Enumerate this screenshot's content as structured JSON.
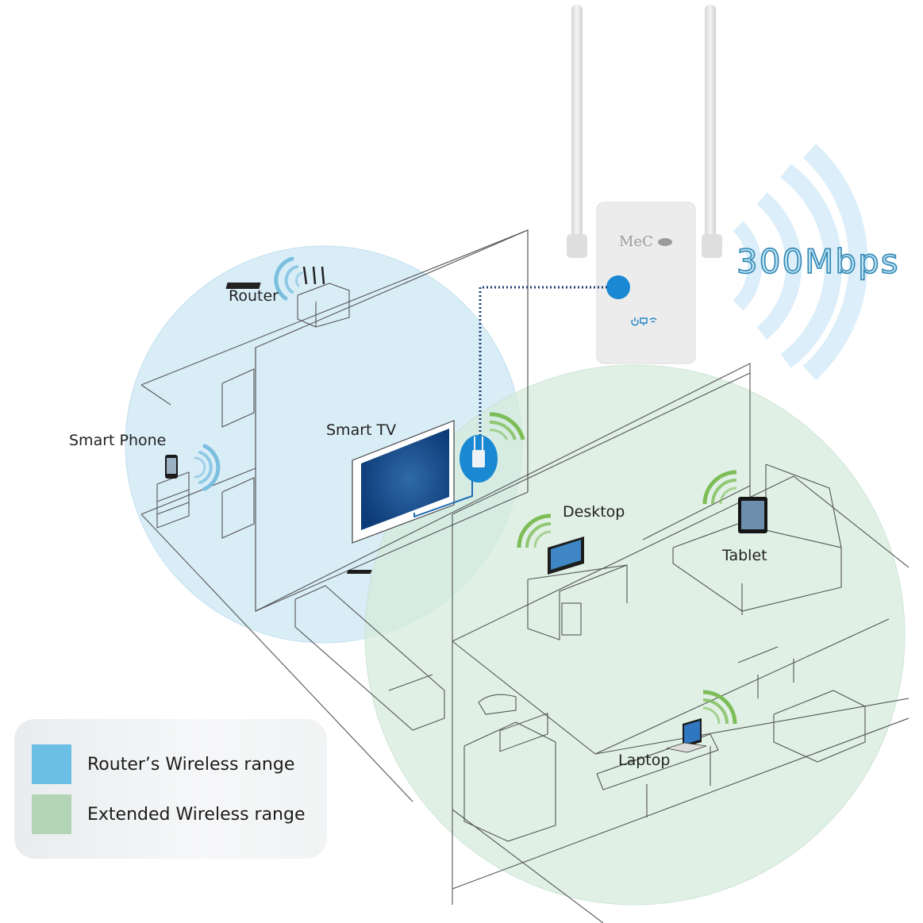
{
  "title": "Wi-Fi range extender home coverage diagram",
  "product": {
    "brand": "MeCo",
    "speed_label": "300Mbps",
    "indicator_icons": [
      "power-icon",
      "lan-icon",
      "wifi-icon"
    ],
    "body_color": "#ececec",
    "button_color": "#1a88d2"
  },
  "devices": [
    {
      "id": "router",
      "label": "Router"
    },
    {
      "id": "smart-phone",
      "label": "Smart Phone"
    },
    {
      "id": "smart-tv",
      "label": "Smart TV"
    },
    {
      "id": "desktop",
      "label": "Desktop"
    },
    {
      "id": "tablet",
      "label": "Tablet"
    },
    {
      "id": "laptop",
      "label": "Laptop"
    }
  ],
  "legend": {
    "items": [
      {
        "label": "Router’s Wireless range",
        "color": "#6bbfe6"
      },
      {
        "label": "Extended Wireless range",
        "color": "#b3d4b5"
      }
    ]
  },
  "colors": {
    "router_range_fill": "#d7edf7",
    "extended_range_fill": "#dcefe3",
    "router_signal": "#7bbfe0",
    "extended_signal": "#7dbd57",
    "connection_line": "#1d3f7a"
  }
}
